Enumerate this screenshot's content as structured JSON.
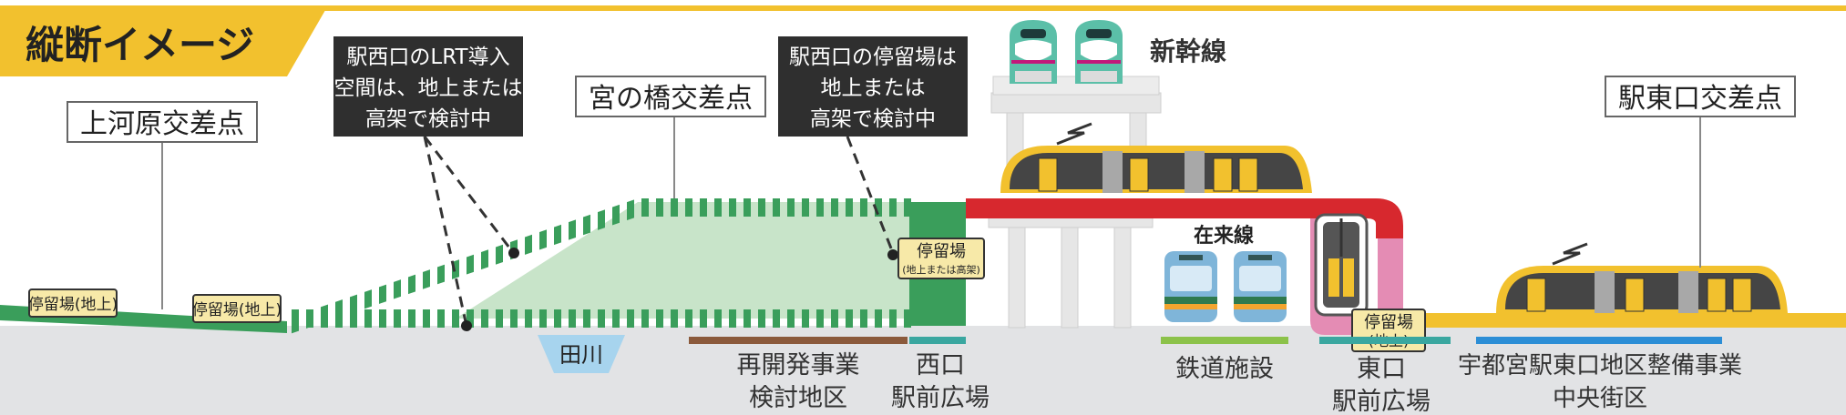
{
  "header": {
    "title": "縦断イメージ"
  },
  "labels": {
    "kamikawara": "上河原交差点",
    "miyanohashi": "宮の橋交差点",
    "eki_higashi": "駅東口交差点",
    "shinkansen": "新幹線",
    "zairaisen": "在来線",
    "tagawa": "田川"
  },
  "callouts": {
    "lrt_space": [
      "駅西口のLRT導入",
      "空間は、地上または",
      "高架で検討中"
    ],
    "stop_west": [
      "駅西口の停留場は",
      "地上または",
      "高架で検討中"
    ]
  },
  "stops": {
    "ground_1": "停留場(地上)",
    "ground_2": "停留場(地上)",
    "west": "停留場",
    "west_sub": "(地上または高架)",
    "east": [
      "停留場",
      "(地上)"
    ]
  },
  "districts": {
    "redevelop": [
      "再開発事業",
      "検討地区"
    ],
    "west_plaza": [
      "西口",
      "駅前広場"
    ],
    "railway": "鉄道施設",
    "east_plaza": [
      "東口",
      "駅前広場"
    ],
    "utsunomiya": [
      "宇都宮駅東口地区整備事業",
      "中央街区"
    ]
  },
  "colors": {
    "accent_yellow": "#f2c12e",
    "green": "#3a9e5b",
    "light_green": "#c8e4c9",
    "red": "#d7282e",
    "pink": "#e48cb4",
    "brown": "#8b5a3c",
    "teal": "#3aa7a0",
    "lime": "#8cc24a",
    "blue": "#2c8ed6",
    "dark": "#333333",
    "ground": "#e2e3e5"
  }
}
